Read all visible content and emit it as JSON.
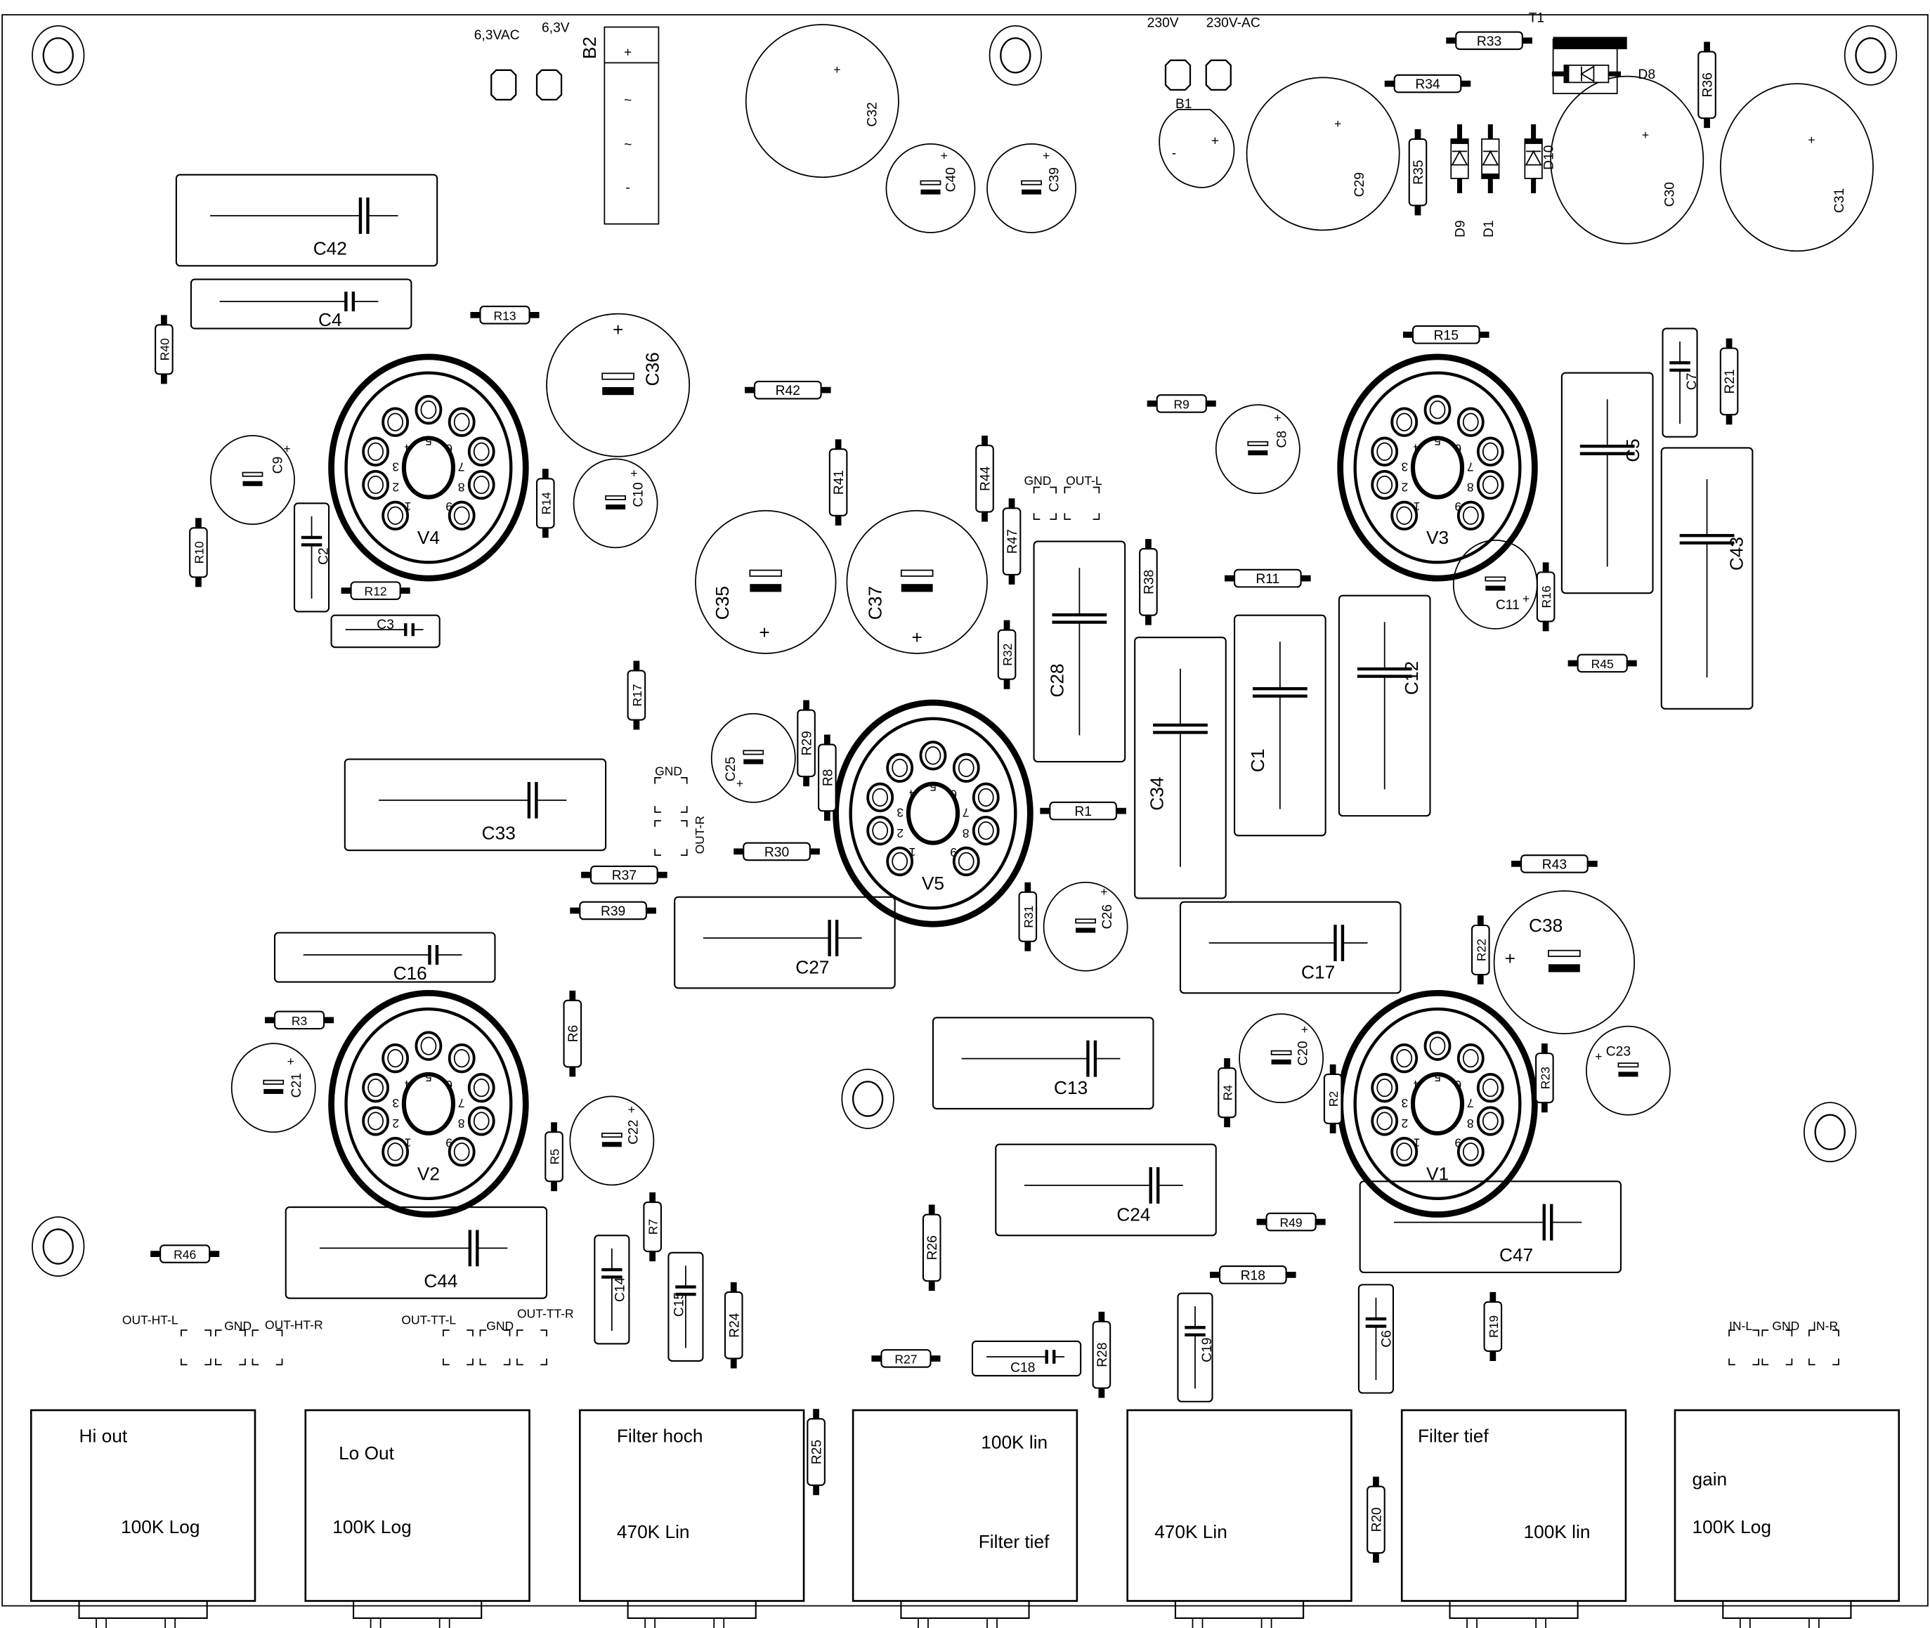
{
  "board": {
    "title": "Tube crossover PCB component layout",
    "ink_color": "#000000",
    "paper_color": "#ffffff"
  },
  "supply_labels": {
    "heater_ac": "6,3VAC",
    "heater_dc": "6,3V",
    "mains": "230V",
    "mains_ac": "230V-AC"
  },
  "bridges": [
    {
      "ref": "B2",
      "pins": [
        "+",
        "~",
        "~",
        "-"
      ]
    },
    {
      "ref": "B1",
      "pins": [
        "-",
        "+"
      ]
    }
  ],
  "transformer": {
    "ref": "T1"
  },
  "tubes": [
    "V1",
    "V2",
    "V3",
    "V4",
    "V5"
  ],
  "tube_pins": [
    "1",
    "2",
    "3",
    "4",
    "5",
    "6",
    "7",
    "8",
    "9"
  ],
  "film_caps": [
    "C42",
    "C4",
    "C2",
    "C3",
    "C33",
    "C16",
    "C44",
    "C27",
    "C13",
    "C24",
    "C17",
    "C47",
    "C28",
    "C34",
    "C1",
    "C12",
    "C5",
    "C43",
    "C7",
    "C14",
    "C15",
    "C18",
    "C19",
    "C6"
  ],
  "electrolytic_caps": [
    "C32",
    "C40",
    "C39",
    "C29",
    "C30",
    "C31",
    "C36",
    "C9",
    "C10",
    "C35",
    "C37",
    "C8",
    "C11",
    "C25",
    "C26",
    "C38",
    "C20",
    "C23",
    "C21",
    "C22"
  ],
  "resistors": [
    "R33",
    "R34",
    "R35",
    "R36",
    "R13",
    "R40",
    "R42",
    "R41",
    "R44",
    "R9",
    "R15",
    "R21",
    "R14",
    "R10",
    "R12",
    "R47",
    "R38",
    "R11",
    "R16",
    "R45",
    "R17",
    "R29",
    "R8",
    "R32",
    "R1",
    "R30",
    "R37",
    "R39",
    "R43",
    "R31",
    "R22",
    "R3",
    "R6",
    "R4",
    "R2",
    "R23",
    "R5",
    "R7",
    "R26",
    "R49",
    "R46",
    "R18",
    "R24",
    "R19",
    "R27",
    "R28",
    "R25",
    "R20"
  ],
  "diodes": [
    "D8",
    "D9",
    "D1",
    "D10"
  ],
  "connectors": [
    {
      "labels": [
        "GND",
        "OUT-L"
      ]
    },
    {
      "labels": [
        "GND",
        "OUT-R"
      ]
    },
    {
      "labels": [
        "OUT-HT-L",
        "GND",
        "OUT-HT-R"
      ]
    },
    {
      "labels": [
        "OUT-TT-L",
        "GND",
        "OUT-TT-R"
      ]
    },
    {
      "labels": [
        "IN-L",
        "GND",
        "IN-R"
      ]
    }
  ],
  "potentiometers": [
    {
      "name": "Hi out",
      "value": "100K Log"
    },
    {
      "name": "Lo Out",
      "value": "100K Log"
    },
    {
      "name": "Filter hoch",
      "value": "470K Lin"
    },
    {
      "name": "Filter tief",
      "value": "100K lin"
    },
    {
      "name": "",
      "value": "470K Lin"
    },
    {
      "name": "Filter tief",
      "value": "100K lin"
    },
    {
      "name": "gain",
      "value": "100K Log"
    }
  ]
}
